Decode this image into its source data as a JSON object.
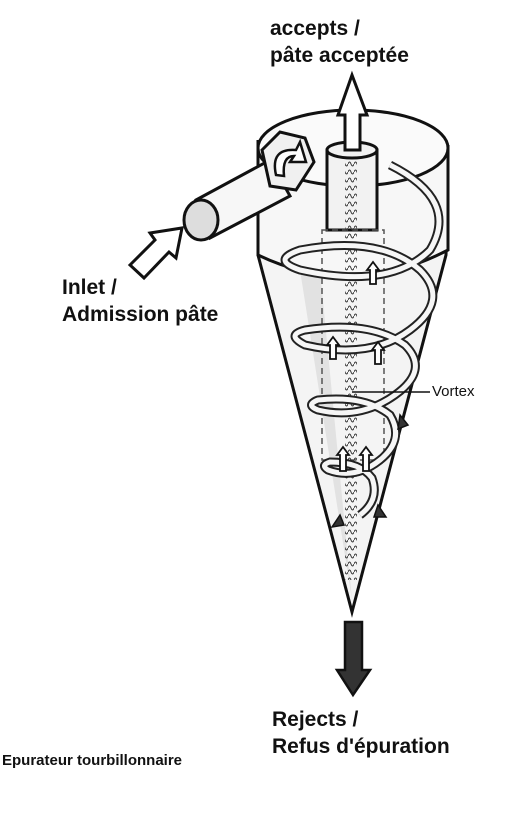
{
  "labels": {
    "accepts_line1": "accepts /",
    "accepts_line2": "pâte acceptée",
    "inlet_line1": "Inlet /",
    "inlet_line2": "Admission pâte",
    "vortex": "Vortex",
    "rejects_line1": "Rejects /",
    "rejects_line2": "Refus d'épuration",
    "caption": "Epurateur tourbillonnaire"
  },
  "icons": [
    "up-arrow-icon",
    "inlet-arrow-icon",
    "down-arrow-icon",
    "flow-arrow-icon"
  ]
}
